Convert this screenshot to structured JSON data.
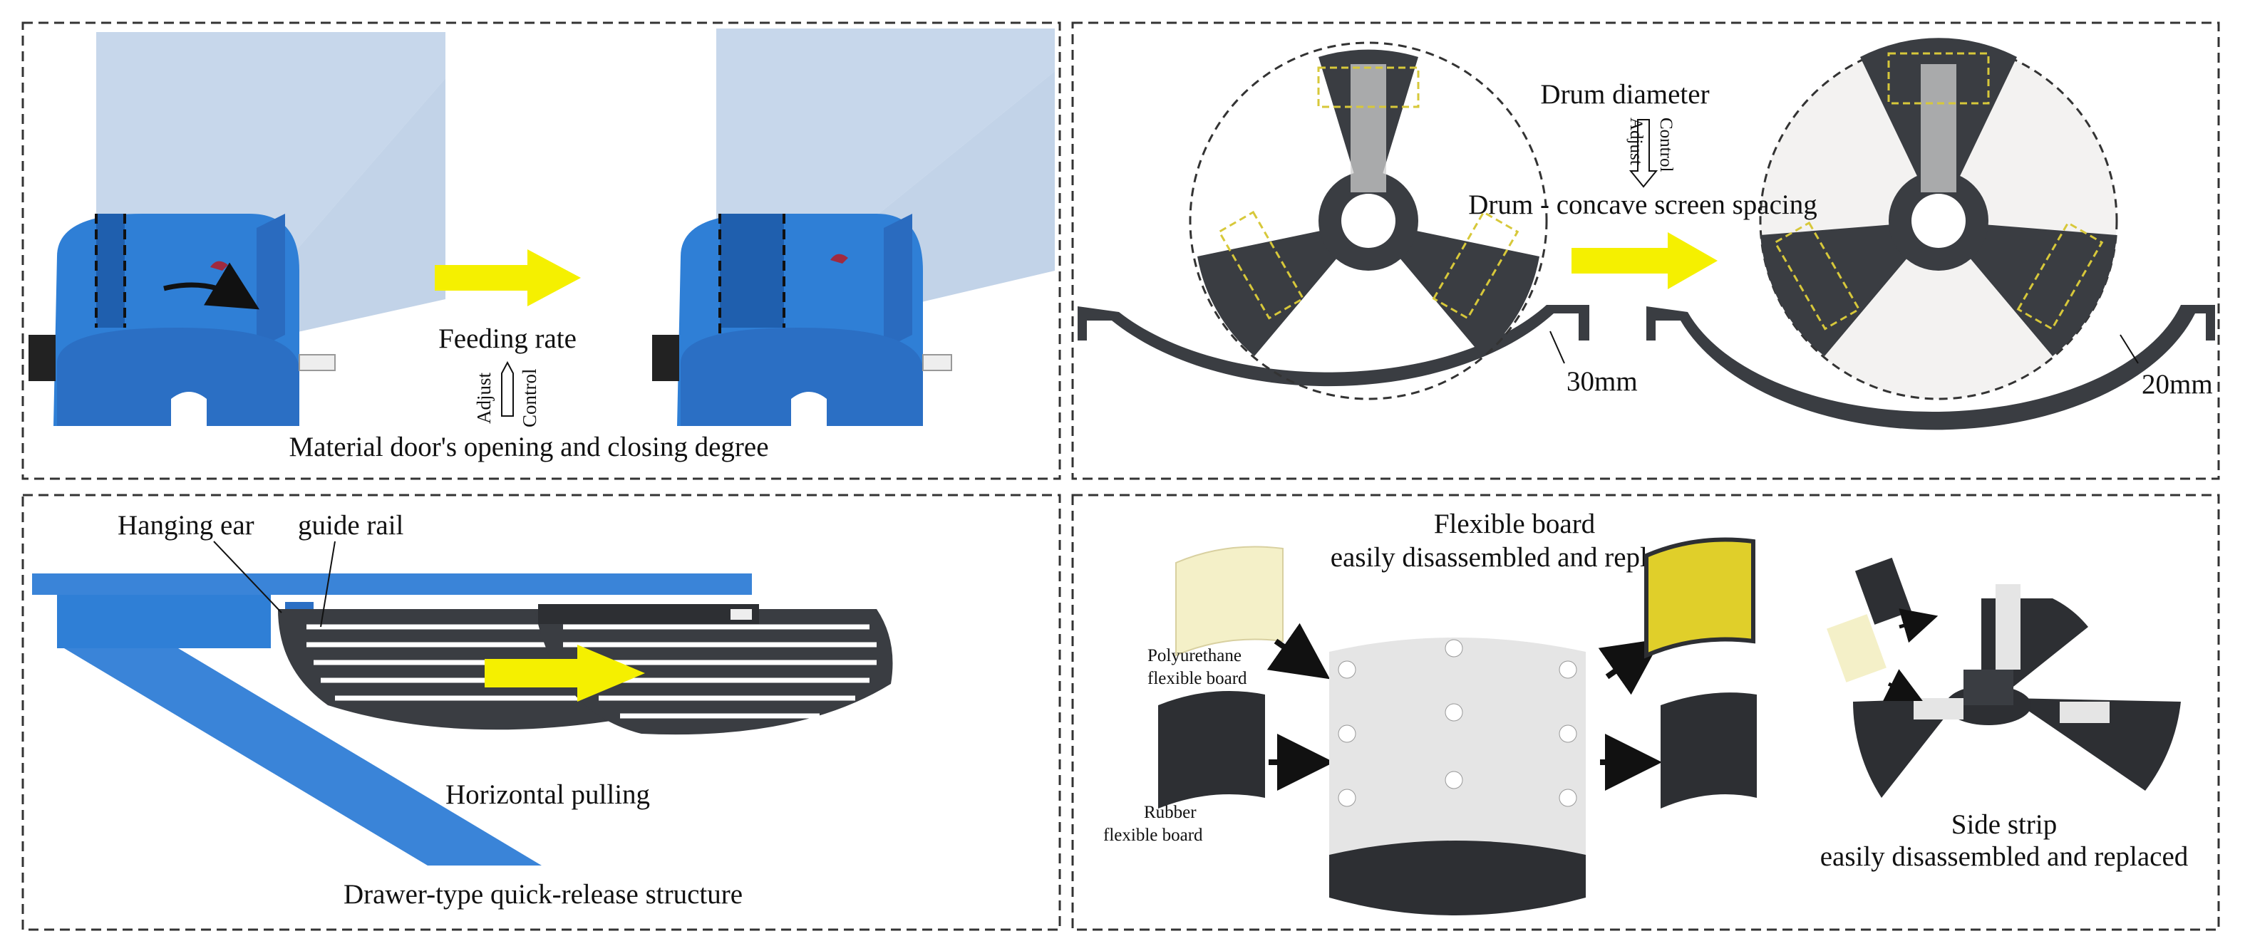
{
  "colors": {
    "panel_border": "#333333",
    "blue_body": "#2f7fd6",
    "blue_dark": "#1f5fae",
    "blue_light": "#b9cde6",
    "dark_metal": "#3a3d42",
    "yellow_arrow": "#f5f000",
    "dashed_box": "#d7c83a",
    "light_plate": "#e5e5e5",
    "pu_board": "#f4f0c8",
    "pu_board_yellow": "#e0cf2a"
  },
  "panels": {
    "feeding": {
      "top_label": "Feeding rate",
      "adjust": "Adjust",
      "control": "Control",
      "bottom_label": "Material door's opening and closing degree",
      "icons": [
        "feeder-hopper",
        "rotating-drum",
        "yellow-arrow",
        "adjust-control-arrow"
      ]
    },
    "drum": {
      "top_label": "Drum diameter",
      "adjust": "Adjust",
      "control": "Control",
      "bottom_label": "Drum - concave screen spacing",
      "left_gap": "30mm",
      "right_gap": "20mm",
      "icons": [
        "drum-wheel",
        "concave-screen",
        "yellow-arrow"
      ]
    },
    "drawer": {
      "hanging_ear": "Hanging ear",
      "guide_rail": "guide rail",
      "pulling": "Horizontal pulling",
      "bottom_label": "Drawer-type quick-release structure",
      "icons": [
        "blue-frame",
        "grate-screen",
        "yellow-arrow"
      ]
    },
    "boards": {
      "title_line1": "Flexible board",
      "title_line2": "easily disassembled and replaced",
      "pu_line1": "Polyurethane",
      "pu_line2": "flexible board",
      "rubber_line1": "Rubber",
      "rubber_line2": "flexible board",
      "side_line1": "Side strip",
      "side_line2": "easily disassembled and replaced",
      "icons": [
        "pu-board",
        "rubber-board",
        "drum-segment",
        "side-strip-rotor",
        "black-arrow"
      ]
    }
  }
}
